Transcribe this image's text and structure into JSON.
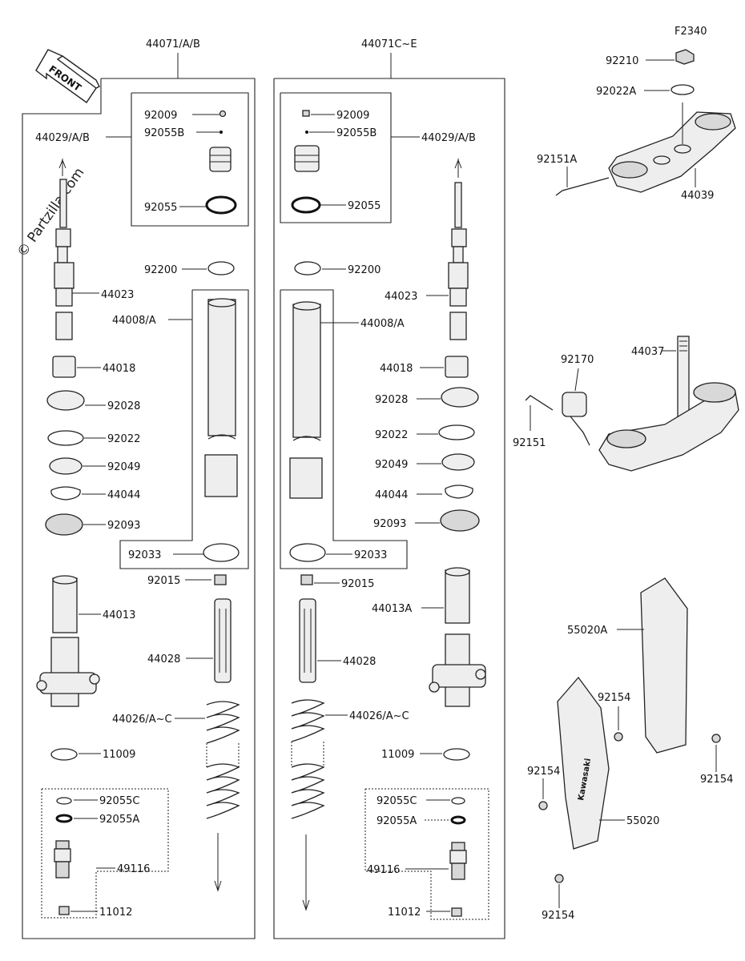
{
  "figure_code": "F2340",
  "watermark": "© Partzilla.com",
  "front_label": "FRONT",
  "left_assembly": {
    "header": "44071/A/B",
    "labels": {
      "cap_sub": "44029/A/B",
      "screw": "92009",
      "oring_small": "92055B",
      "oring": "92055",
      "washer": "92200",
      "rod": "44023",
      "outer_tube": "44008/A",
      "bushing": "44018",
      "bushing2": "92028",
      "washer2": "92022",
      "oil_seal": "92049",
      "clip": "44044",
      "dust_seal": "92093",
      "oring_large": "92033",
      "nut": "92015",
      "inner_tube": "44013",
      "piston": "44028",
      "spring": "44026/A~C",
      "washer3": "11009",
      "oring_c": "92055C",
      "oring_a": "92055A",
      "valve": "49116",
      "plug": "11012"
    }
  },
  "right_assembly": {
    "header": "44071C~E",
    "labels": {
      "cap_sub": "44029/A/B",
      "screw": "92009",
      "oring_small": "92055B",
      "oring": "92055",
      "washer": "92200",
      "rod": "44023",
      "outer_tube": "44008/A",
      "bushing": "44018",
      "bushing2": "92028",
      "washer2": "92022",
      "oil_seal": "92049",
      "clip": "44044",
      "dust_seal": "92093",
      "oring_large": "92033",
      "nut": "92015",
      "inner_tube": "44013A",
      "piston": "44028",
      "spring": "44026/A~C",
      "washer3": "11009",
      "oring_c": "92055C",
      "oring_a": "92055A",
      "valve": "49116",
      "plug": "11012"
    }
  },
  "upper_clamp": {
    "nut": "92210",
    "washer": "92022A",
    "bolt": "92151A",
    "bracket": "44039"
  },
  "lower_clamp": {
    "stem": "44037",
    "holder": "92170",
    "bolt": "92151"
  },
  "guards": {
    "guard_a": "55020A",
    "guard": "55020",
    "bolt_top": "92154",
    "bolt_right": "92154",
    "bolt_left": "92154",
    "bolt_bottom": "92154"
  }
}
